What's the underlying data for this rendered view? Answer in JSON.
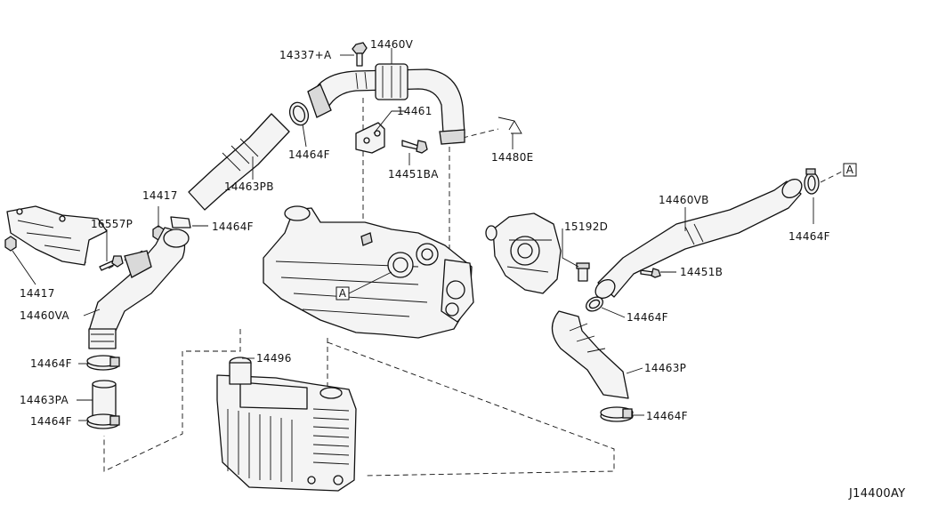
{
  "diagram_id": "J14400AY",
  "callouts": {
    "c14337A": "14337+A",
    "c14460V": "14460V",
    "c14461": "14461",
    "c14464F_top": "14464F",
    "c14451BA": "14451BA",
    "c14480E": "14480E",
    "c14463PB": "14463PB",
    "c14417_mid": "14417",
    "c16557P": "16557P",
    "c14464F_left": "14464F",
    "c14417_left": "14417",
    "c14460VA": "14460VA",
    "c14464F_a": "14464F",
    "c14463PA": "14463PA",
    "c14464F_b": "14464F",
    "c14496": "14496",
    "c15192D": "15192D",
    "c14460VB": "14460VB",
    "c14464F_right_top": "14464F",
    "c14451B": "14451B",
    "c14464F_right_mid": "14464F",
    "c14463P": "14463P",
    "c14464F_right_bot": "14464F"
  },
  "reference_marker": "A"
}
